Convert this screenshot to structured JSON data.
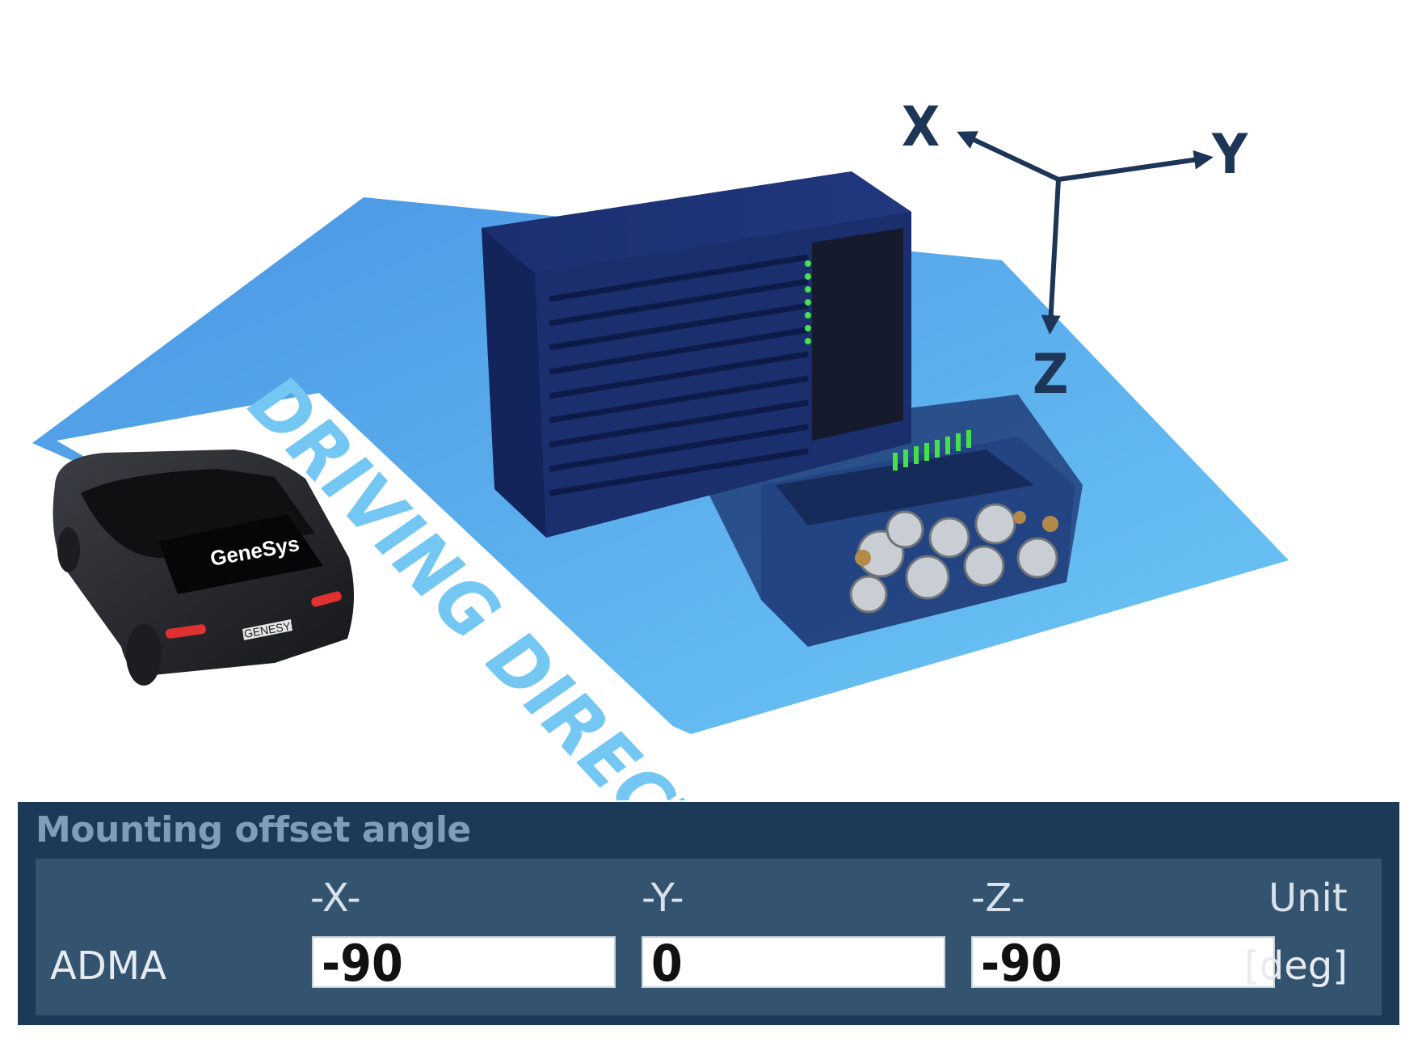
{
  "scene": {
    "axes": {
      "x": "X",
      "y": "Y",
      "z": "Z"
    },
    "driving_direction": "DRIVING DIRECTION",
    "car_brand": "GeneSys",
    "car_plate": "GENESYS",
    "colors": {
      "floor": "#5aa6ea",
      "device": "#1a2d6b",
      "axes": "#1d3557",
      "text": "#73c7f2"
    }
  },
  "panel": {
    "title": "Mounting offset angle",
    "columns": {
      "x": "-X-",
      "y": "-Y-",
      "z": "-Z-",
      "unit": "Unit"
    },
    "row": {
      "label": "ADMA",
      "x_value": "-90",
      "y_value": "0",
      "z_value": "-90",
      "unit": "[deg]"
    }
  }
}
